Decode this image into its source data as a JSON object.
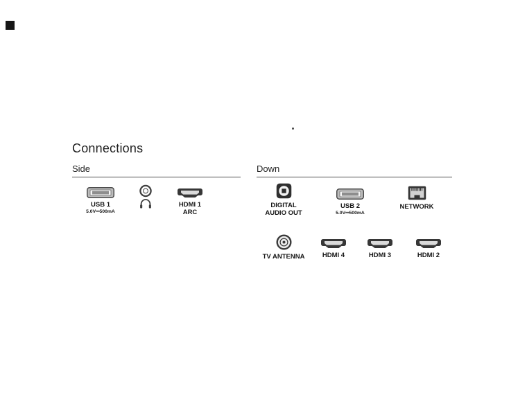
{
  "title": "Connections",
  "sections": {
    "side": {
      "label": "Side",
      "ports": {
        "usb1": {
          "name": "USB 1",
          "spec": "5.0V⎓500mA"
        },
        "hdmi1": {
          "name": "HDMI 1",
          "sub": "ARC"
        }
      }
    },
    "down": {
      "label": "Down",
      "ports": {
        "digital_audio_out": {
          "line1": "DIGITAL",
          "line2": "AUDIO OUT"
        },
        "usb2": {
          "name": "USB 2",
          "spec": "5.0V⎓500mA"
        },
        "network": {
          "name": "NETWORK"
        },
        "tv_antenna": {
          "name": "TV ANTENNA"
        },
        "hdmi4": {
          "name": "HDMI 4"
        },
        "hdmi3": {
          "name": "HDMI 3"
        },
        "hdmi2": {
          "name": "HDMI 2"
        }
      }
    }
  }
}
